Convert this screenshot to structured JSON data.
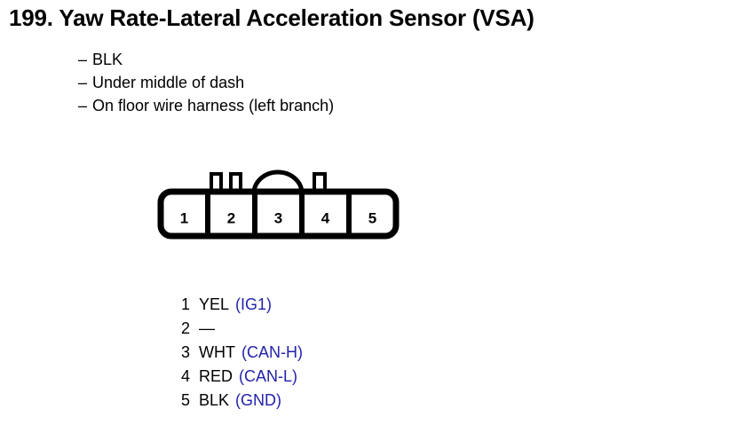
{
  "page": {
    "title": "199. Yaw Rate-Lateral Acceleration Sensor (VSA)",
    "item_number": "199.",
    "component_name": "Yaw Rate-Lateral Acceleration Sensor (VSA)"
  },
  "notes": {
    "dash": "–",
    "items": [
      "BLK",
      "Under middle of dash",
      "On floor wire harness (left branch)"
    ]
  },
  "connector": {
    "pin_count": 5,
    "pin_labels": [
      "1",
      "2",
      "3",
      "4",
      "5"
    ],
    "body_color": "#ffffff",
    "outline_color": "#000000"
  },
  "legend": {
    "rows": [
      {
        "pin": "1",
        "wire": "YEL",
        "signal": "(IG1)"
      },
      {
        "pin": "2",
        "wire": "—",
        "signal": ""
      },
      {
        "pin": "3",
        "wire": "WHT",
        "signal": "(CAN-H)"
      },
      {
        "pin": "4",
        "wire": "RED",
        "signal": "(CAN-L)"
      },
      {
        "pin": "5",
        "wire": "BLK",
        "signal": "(GND)"
      }
    ],
    "signal_color": "#2222aa",
    "wire_color": "#000000"
  }
}
